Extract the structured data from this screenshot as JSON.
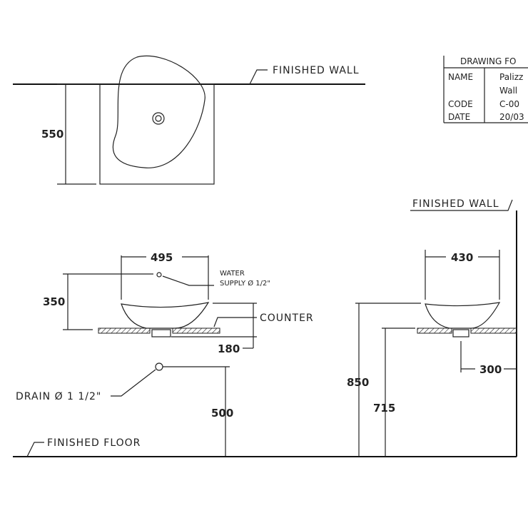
{
  "plan": {
    "finished_wall": "FINISHED WALL",
    "depth_dim": "550"
  },
  "title_block": {
    "header": "DRAWING FO",
    "rows": [
      {
        "key": "NAME",
        "value": "Palizz"
      },
      {
        "key": "",
        "value": "Wall"
      },
      {
        "key": "CODE",
        "value": "C-00"
      },
      {
        "key": "DATE",
        "value": "20/03"
      }
    ]
  },
  "front": {
    "width_dim": "495",
    "height_dim": "350",
    "water_supply_1": "WATER",
    "water_supply_2": "SUPPLY Ø 1/2\"",
    "counter": "COUNTER",
    "counter_dim": "180",
    "drain": "DRAIN Ø 1 1/2\"",
    "drain_height": "500",
    "finished_floor": "FINISHED FLOOR"
  },
  "side": {
    "finished_wall": "FINISHED WALL",
    "width_dim": "430",
    "total_height": "850",
    "counter_height": "715",
    "wall_offset": "300"
  }
}
